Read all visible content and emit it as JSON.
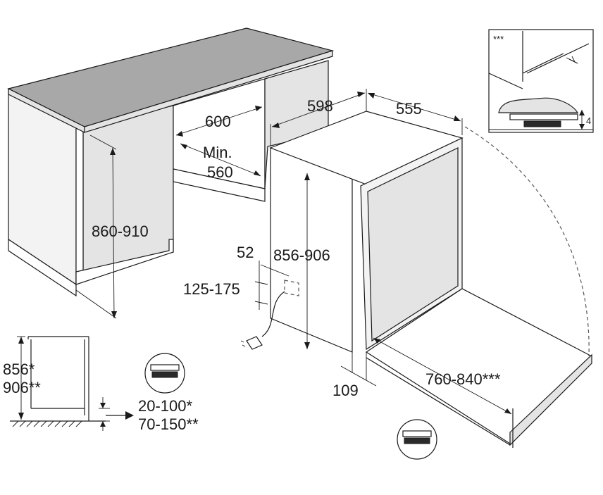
{
  "dimensions": {
    "niche_width": "600",
    "min_label": "Min.",
    "min_width": "560",
    "niche_height": "860-910",
    "appliance_width": "598",
    "appliance_depth": "555",
    "appliance_height": "856-906",
    "connection_offset": "52",
    "connection_height": "125-175",
    "plinth_depth": "109",
    "door_swing": "760-840***",
    "inset_height": "4",
    "inset_marker": "***",
    "side_height_a": "856*",
    "side_height_b": "906**",
    "plinth_range_a": "20-100*",
    "plinth_range_b": "70-150**"
  },
  "colors": {
    "line": "#1a1a1a",
    "panel": "#e4e4e4",
    "countertop": "#a8a8a8"
  }
}
